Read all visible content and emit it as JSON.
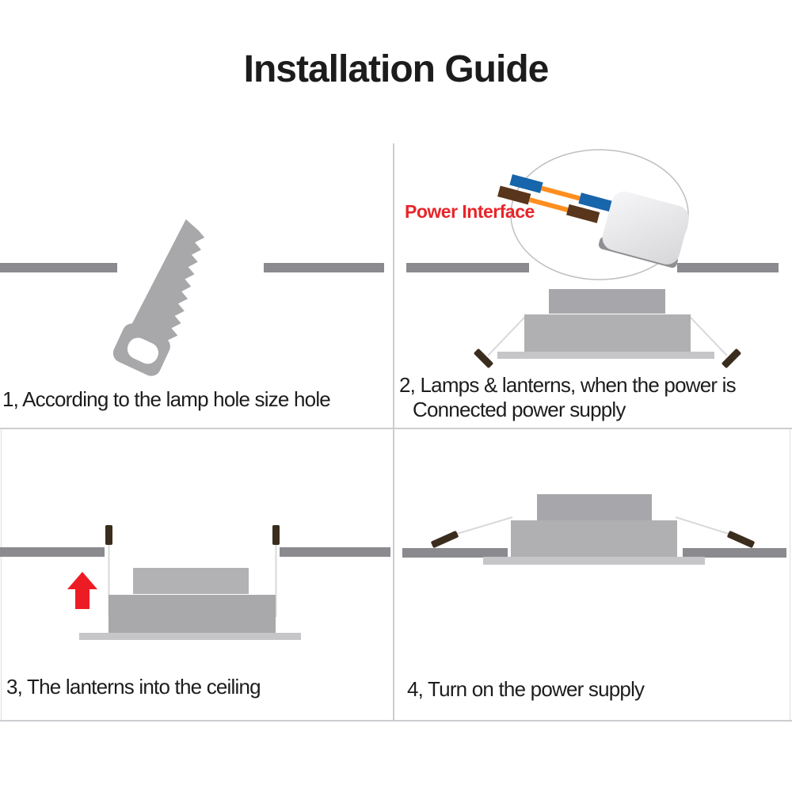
{
  "title": "Installation Guide",
  "panels": {
    "step1": {
      "caption": "1, According to the lamp  hole size hole"
    },
    "step2": {
      "power_label": "Power Interface",
      "caption_line1": "2, Lamps & lanterns, when the power is",
      "caption_line2": "Connected power supply"
    },
    "step3": {
      "caption": "3, The lanterns into the ceiling"
    },
    "step4": {
      "caption": "4, Turn on the power supply"
    }
  },
  "colors": {
    "accent_red": "#e8252a",
    "arrow_red": "#ed1c24",
    "ceiling_bar_gray": "#8a8a8f",
    "saw_gray": "#a8a8ab",
    "lamp_driver_gray": "#a7a7ab",
    "lamp_body_gray": "#b0b0b3",
    "lamp_trim_gray": "#c6c6c9",
    "clip_tip_dark": "#3b2d1e",
    "clip_wire_light": "#d9d9db",
    "wire_blue": "#1765ab",
    "wire_brown": "#58351b",
    "wire_orange": "#ff8e1f",
    "connector_edge_gray": "#8f8f93",
    "divider_gray": "#cdcdd1"
  },
  "icons": {
    "saw-icon": "gray hand-saw shape",
    "magnifier-ellipse": "thin gray ellipse outline",
    "up-arrow-icon": "solid red block arrow",
    "power-connector-icon": "white rounded terminal block",
    "spring-clip-icon": "thin wire with dark tip"
  }
}
